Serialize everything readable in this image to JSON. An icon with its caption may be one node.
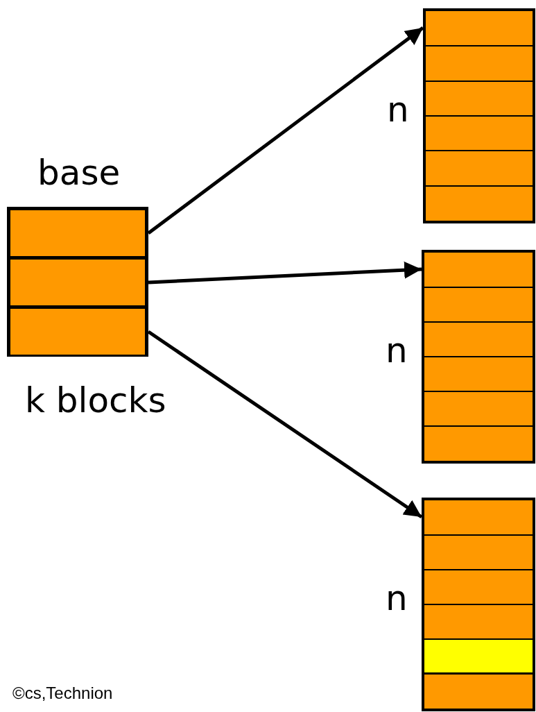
{
  "diagram": {
    "nodes": [
      {
        "text": [
          "base",
          "k blocks"
        ]
      },
      {
        "text": [],
        "shape": "box",
        "in": 0
      },
      {
        "text": [],
        "shape": "box",
        "in": 0
      },
      {
        "text": [],
        "shape": "box",
        "in": 0
      },
      {
        "text": [],
        "shape": "box",
        "beside": [
          "n"
        ]
      },
      {
        "text": [],
        "shape": "box",
        "beside": [
          "n"
        ]
      },
      {
        "text": [],
        "shape": "box",
        "beside": [
          "n"
        ]
      }
    ],
    "edges": [
      {
        "from": 1,
        "to": 4,
        "arrow": "to"
      },
      {
        "from": 2,
        "to": 5,
        "arrow": "to"
      },
      {
        "from": 3,
        "to": 6,
        "arrow": "to"
      }
    ],
    "labels": [
      "©cs,Technion"
    ]
  }
}
